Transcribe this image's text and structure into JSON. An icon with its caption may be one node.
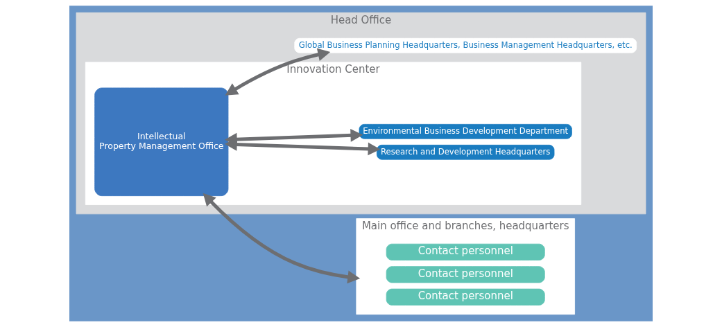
{
  "diagram": {
    "nodes": [
      {
        "text": [
          "Head Office"
        ]
      },
      {
        "text": [
          "Innovation Center"
        ],
        "in": 0
      },
      {
        "text": [
          "Intellectual Property Management Office"
        ],
        "in": 1
      },
      {
        "text": [
          "Global Business Planning Headquarters, Business Management Headquarters, etc."
        ],
        "in": 0
      },
      {
        "text": [
          "Research and Development Headquarters"
        ],
        "in": 1
      },
      {
        "text": [
          "Environmental Business Development Department"
        ],
        "in": 1
      },
      {
        "text": [
          "Main office and branches, headquarters"
        ]
      },
      {
        "text": [
          "Contact personnel"
        ],
        "in": 6
      },
      {
        "text": [
          "Contact personnel"
        ],
        "in": 6
      },
      {
        "text": [
          "Contact personnel"
        ],
        "in": 6
      }
    ],
    "edges": [
      {
        "from": 2,
        "to": 6,
        "arrow": "both"
      },
      {
        "from": 2,
        "to": 3,
        "arrow": "both"
      },
      {
        "from": 2,
        "to": 4,
        "arrow": "both"
      },
      {
        "from": 2,
        "to": 5,
        "arrow": "both"
      }
    ]
  }
}
